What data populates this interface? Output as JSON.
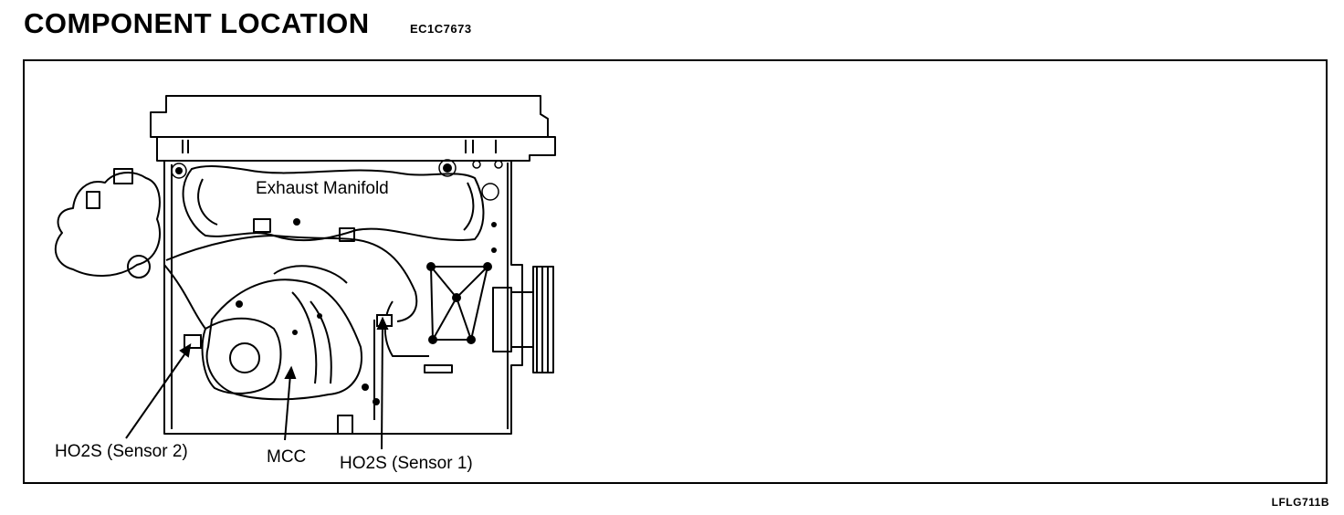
{
  "header": {
    "title": "COMPONENT LOCATION",
    "code": "EC1C7673"
  },
  "figure_id": "LFLG711B",
  "labels": {
    "exhaust_manifold": "Exhaust Manifold",
    "ho2s_sensor2": "HO2S (Sensor 2)",
    "mcc": "MCC",
    "ho2s_sensor1": "HO2S (Sensor 1)"
  }
}
